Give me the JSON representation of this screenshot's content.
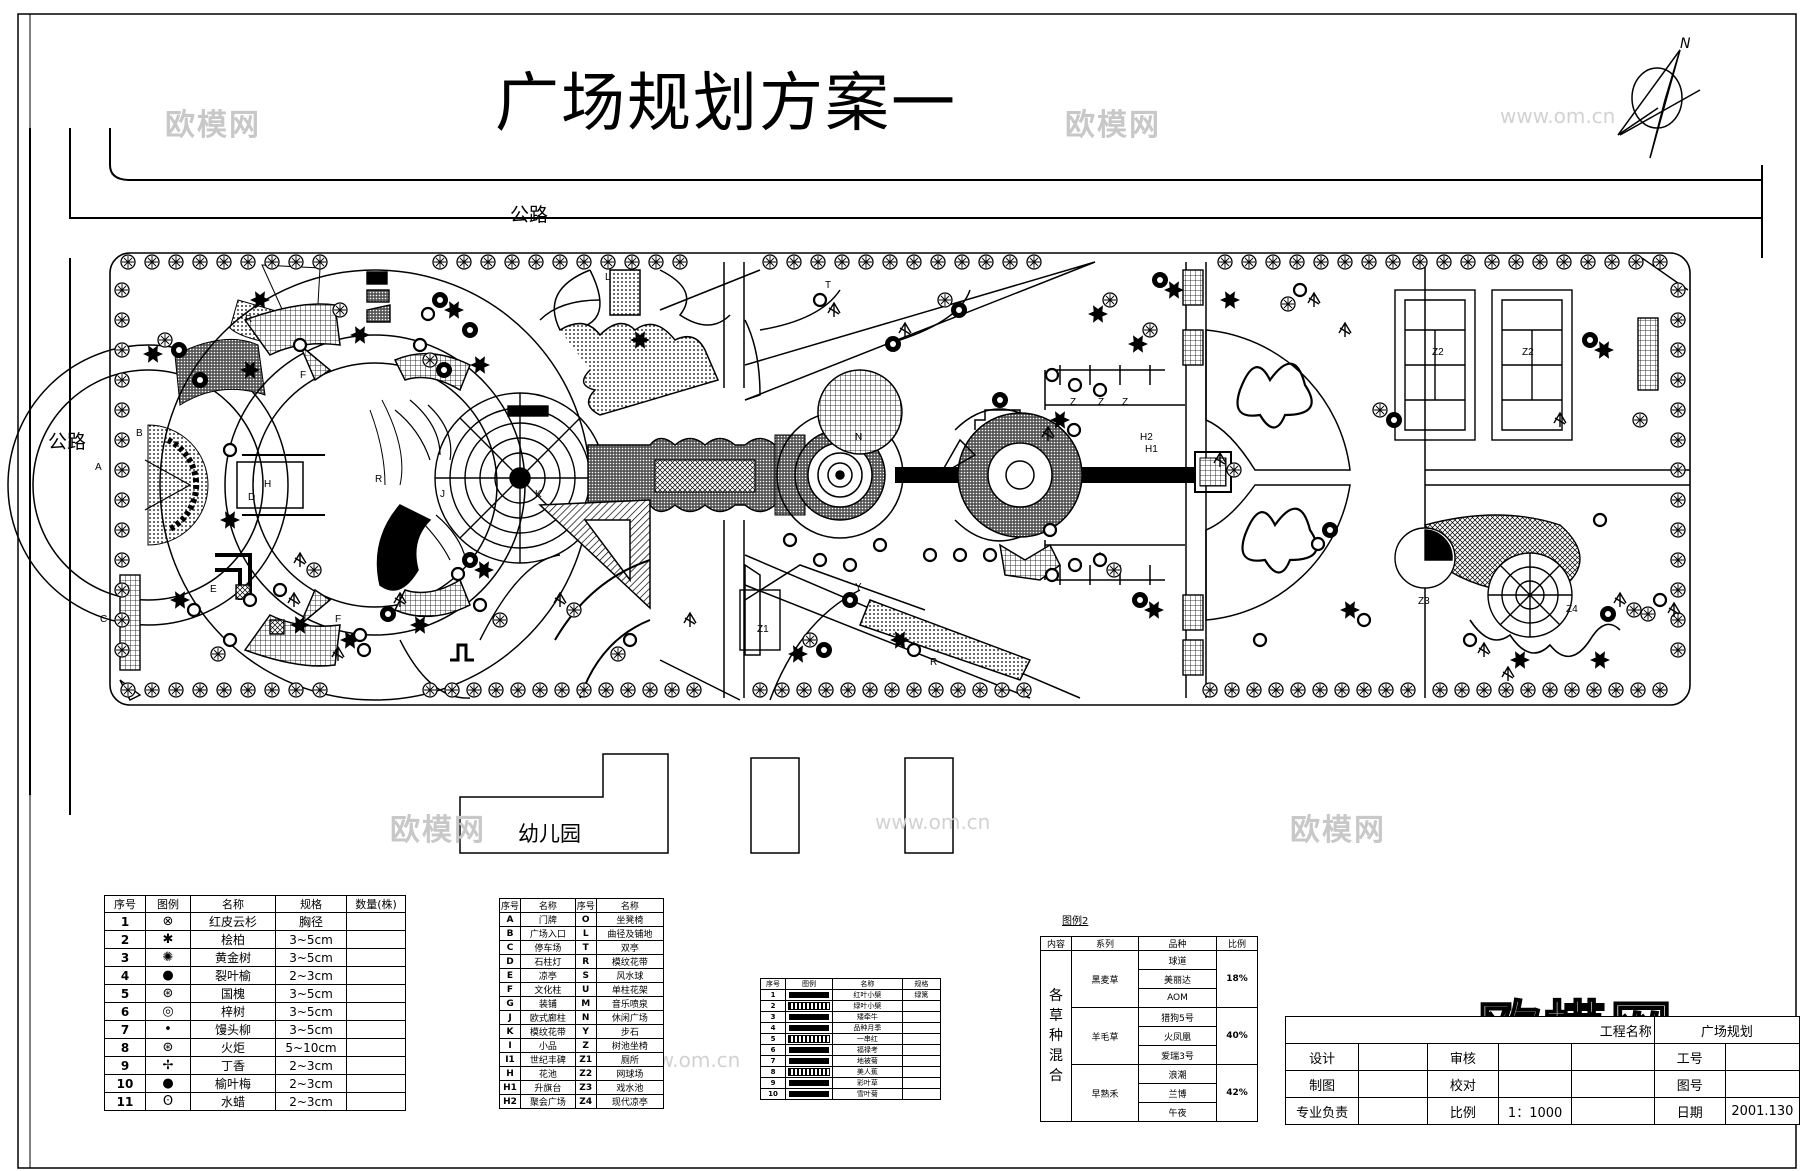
{
  "title": "广场规划方案一",
  "roads": {
    "north": "公路",
    "west": "公路"
  },
  "kindergarten": "幼儿园",
  "watermarks": [
    "欧模网",
    "www.om.cn"
  ],
  "brand_watermark": "欧模网",
  "north_arrow": "N",
  "plan_markers": [
    "A",
    "B",
    "C",
    "D",
    "E",
    "F",
    "F",
    "H",
    "H1",
    "H2",
    "J",
    "K",
    "L",
    "N",
    "R",
    "R",
    "R",
    "T",
    "Y",
    "Z",
    "Z",
    "Z",
    "Z1",
    "Z2",
    "Z2",
    "Z3",
    "Z4"
  ],
  "legend_plants": {
    "headers": [
      "序号",
      "图例",
      "名称",
      "规格",
      "数量(株)"
    ],
    "rows": [
      {
        "no": "1",
        "name": "红皮云杉",
        "spec": "胸径"
      },
      {
        "no": "2",
        "name": "桧柏",
        "spec": "3~5cm"
      },
      {
        "no": "3",
        "name": "黄金树",
        "spec": "3~5cm"
      },
      {
        "no": "4",
        "name": "裂叶榆",
        "spec": "2~3cm"
      },
      {
        "no": "5",
        "name": "国槐",
        "spec": "3~5cm"
      },
      {
        "no": "6",
        "name": "梓树",
        "spec": "3~5cm"
      },
      {
        "no": "7",
        "name": "馒头柳",
        "spec": "3~5cm"
      },
      {
        "no": "8",
        "name": "火炬",
        "spec": "5~10cm"
      },
      {
        "no": "9",
        "name": "丁香",
        "spec": "2~3cm"
      },
      {
        "no": "10",
        "name": "榆叶梅",
        "spec": "2~3cm"
      },
      {
        "no": "11",
        "name": "水蜡",
        "spec": "2~3cm"
      }
    ]
  },
  "legend_codes": {
    "headers": [
      "序号",
      "名称",
      "序号",
      "名称"
    ],
    "rows": [
      [
        "A",
        "门牌",
        "O",
        "坐凳椅"
      ],
      [
        "B",
        "广场入口",
        "L",
        "曲径及铺地"
      ],
      [
        "C",
        "停车场",
        "T",
        "双亭"
      ],
      [
        "D",
        "石柱灯",
        "R",
        "模纹花带"
      ],
      [
        "E",
        "凉亭",
        "S",
        "风水球"
      ],
      [
        "F",
        "文化柱",
        "U",
        "单柱花架"
      ],
      [
        "G",
        "装铺",
        "M",
        "音乐喷泉"
      ],
      [
        "J",
        "欧式廊柱",
        "N",
        "休闲广场"
      ],
      [
        "K",
        "模纹花带",
        "Y",
        "步石"
      ],
      [
        "I",
        "小品",
        "Z",
        "树池坐椅"
      ],
      [
        "I1",
        "世纪丰碑",
        "Z1",
        "厕所"
      ],
      [
        "H",
        "花池",
        "Z2",
        "网球场"
      ],
      [
        "H1",
        "升旗台",
        "Z3",
        "戏水池"
      ],
      [
        "H2",
        "聚会广场",
        "Z4",
        "现代凉亭"
      ]
    ]
  },
  "legend_materials": {
    "headers": [
      "序号",
      "图例",
      "名称",
      "规格"
    ],
    "rows": [
      {
        "no": "1",
        "name": "红叶小檗",
        "spec": "绿篱"
      },
      {
        "no": "2",
        "name": "绿叶小檗",
        "spec": ""
      },
      {
        "no": "3",
        "name": "矮牵牛",
        "spec": ""
      },
      {
        "no": "4",
        "name": "品种月季",
        "spec": ""
      },
      {
        "no": "5",
        "name": "一串红",
        "spec": ""
      },
      {
        "no": "6",
        "name": "福禄考",
        "spec": ""
      },
      {
        "no": "7",
        "name": "地被菊",
        "spec": ""
      },
      {
        "no": "8",
        "name": "美人蕉",
        "spec": ""
      },
      {
        "no": "9",
        "name": "彩叶草",
        "spec": ""
      },
      {
        "no": "10",
        "name": "雪叶菊",
        "spec": ""
      }
    ]
  },
  "legend_grass": {
    "caption": "图例2",
    "headers": [
      "内容",
      "系列",
      "品种",
      "比例"
    ],
    "content": "各草种混合",
    "groups": [
      {
        "series": "黑麦草",
        "varieties": [
          "球道",
          "美丽达",
          "AOM"
        ],
        "ratio": "18%"
      },
      {
        "series": "羊毛草",
        "varieties": [
          "猎狗5号",
          "火凤凰",
          "爱瑞3号"
        ],
        "ratio": "40%"
      },
      {
        "series": "早熟禾",
        "varieties": [
          "浪潮",
          "兰博",
          "午夜"
        ],
        "ratio": "42%"
      }
    ]
  },
  "title_block": {
    "project_label": "工程名称",
    "project_name": "广场规划",
    "design": "设计",
    "review": "审核",
    "drawing": "制图",
    "check": "校对",
    "lead": "专业负责",
    "scale_label": "比例",
    "scale_value": "1：1000",
    "job_no": "工号",
    "sheet_no": "图号",
    "date_label": "日期",
    "date_value": "2001.130"
  }
}
